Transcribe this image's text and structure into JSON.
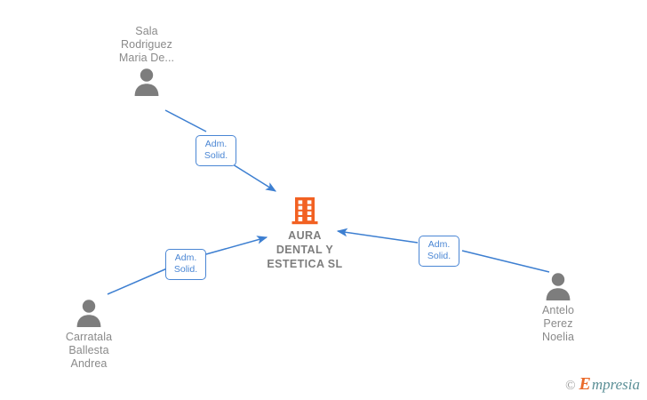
{
  "diagram": {
    "type": "org-relationship-graph",
    "background_color": "#ffffff",
    "edge_color": "#4a86d4",
    "company_icon_color": "#f26122",
    "person_icon_color": "#7d7d7d",
    "label_text_color": "#8a8a8a"
  },
  "company": {
    "name": "AURA\nDENTAL Y\nESTETICA  SL",
    "icon": "building-icon"
  },
  "people": [
    {
      "id": "sala-rodriguez-maria-de",
      "name": "Sala\nRodriguez\nMaria De...",
      "icon": "person-icon",
      "position": "top-left"
    },
    {
      "id": "carratala-ballesta-andrea",
      "name": "Carratala\nBallesta\nAndrea",
      "icon": "person-icon",
      "position": "bottom-left"
    },
    {
      "id": "antelo-perez-noelia",
      "name": "Antelo\nPerez\nNoelia",
      "icon": "person-icon",
      "position": "bottom-right"
    }
  ],
  "relations": [
    {
      "id": "rel-sala",
      "label": "Adm.\nSolid.",
      "from": "sala-rodriguez-maria-de",
      "to": "company"
    },
    {
      "id": "rel-carratala",
      "label": "Adm.\nSolid.",
      "from": "carratala-ballesta-andrea",
      "to": "company"
    },
    {
      "id": "rel-antelo",
      "label": "Adm.\nSolid.",
      "from": "antelo-perez-noelia",
      "to": "company"
    }
  ],
  "watermark": {
    "copyright": "©",
    "brand_initial": "E",
    "brand_rest": "mpresia"
  }
}
